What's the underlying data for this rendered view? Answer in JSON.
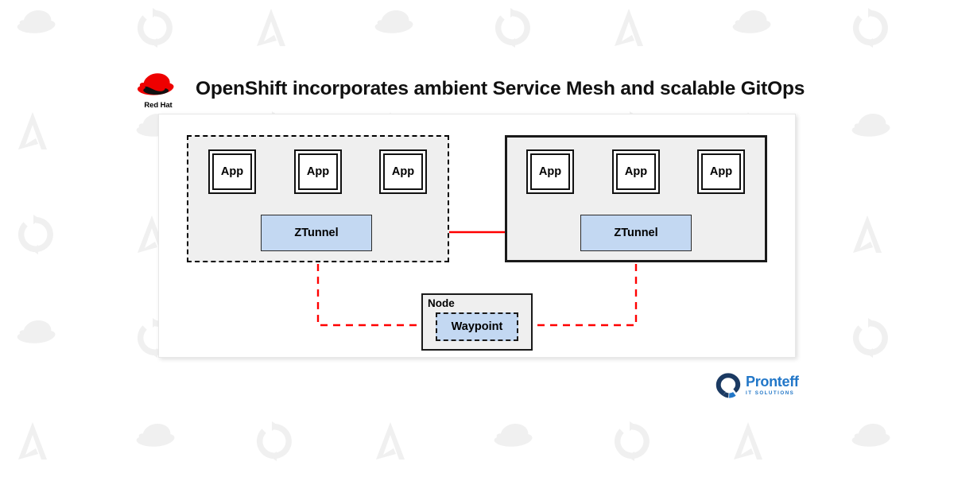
{
  "header": {
    "title": "OpenShift incorporates ambient Service Mesh and scalable GitOps",
    "logo_name": "red-hat-logo",
    "logo_wordmark": "Red Hat"
  },
  "diagram": {
    "type": "architecture-diagram",
    "clusters": [
      {
        "id": "left-cluster",
        "border_style": "dashed",
        "apps": [
          {
            "label": "App"
          },
          {
            "label": "App"
          },
          {
            "label": "App"
          }
        ],
        "ztunnel": {
          "label": "ZTunnel"
        }
      },
      {
        "id": "right-cluster",
        "border_style": "solid",
        "apps": [
          {
            "label": "App"
          },
          {
            "label": "App"
          },
          {
            "label": "App"
          }
        ],
        "ztunnel": {
          "label": "ZTunnel"
        }
      }
    ],
    "node": {
      "label": "Node",
      "waypoint": {
        "label": "Waypoint"
      }
    },
    "edges": {
      "app_link_style": "solid",
      "ztunnel_link_style": "solid",
      "waypoint_link_style": "dashed",
      "link_color": "#ff0000"
    }
  },
  "branding": {
    "name": "Pronteff",
    "tagline": "IT SOLUTIONS",
    "accent_color": "#2277c8",
    "mark_color": "#1b3a62"
  },
  "watermarks": {
    "icons": [
      "redhat-hat-icon",
      "openshift-sync-icon",
      "ansible-a-icon"
    ],
    "color": "#f0f0f0"
  },
  "colors": {
    "redhat_red": "#ee0000",
    "link_red": "#ff0000",
    "ztunnel_fill": "#c3d8f2",
    "cluster_fill": "#efefef",
    "panel_fill": "#ffffff"
  }
}
